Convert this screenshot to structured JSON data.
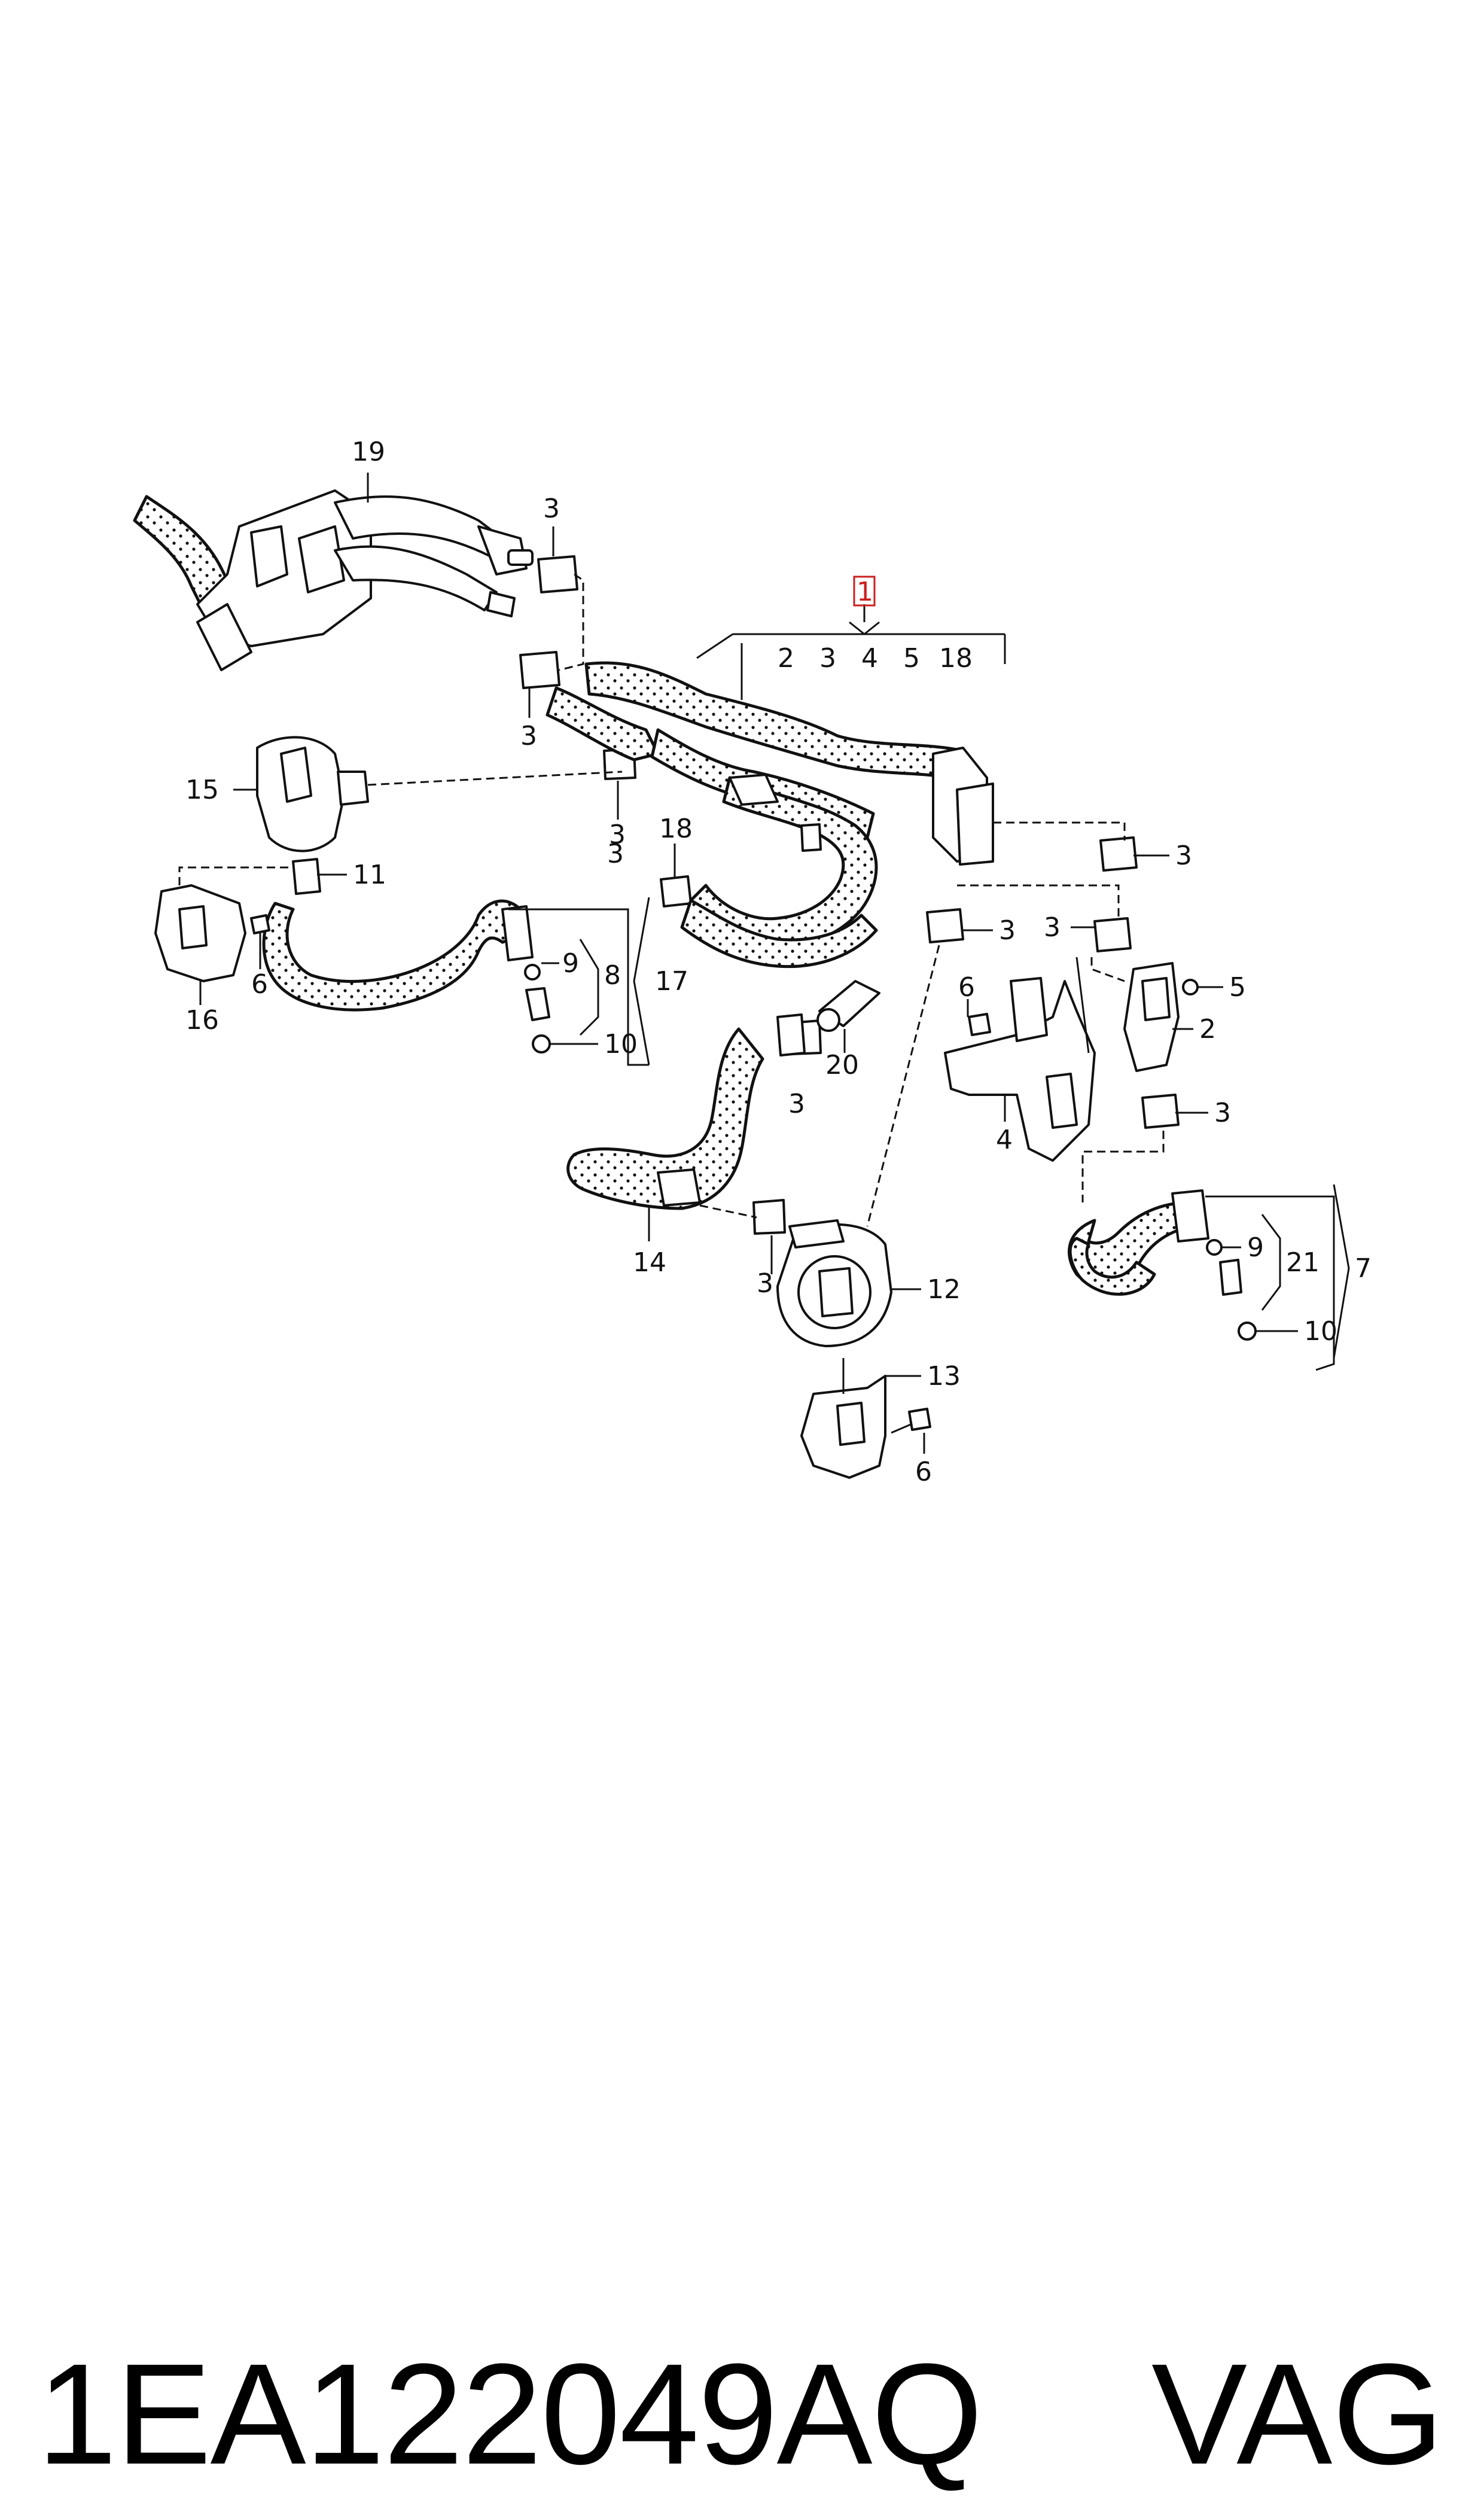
{
  "callouts": {
    "c1": "1",
    "group1": [
      "2",
      "3",
      "4",
      "5",
      "18"
    ],
    "c2": "2",
    "c3": "3",
    "c4": "4",
    "c5": "5",
    "c6": "6",
    "c7": "7",
    "c8": "8",
    "c9": "9",
    "c10": "10",
    "c11": "11",
    "c12": "12",
    "c13": "13",
    "c14": "14",
    "c15": "15",
    "c16": "16",
    "c17": "17",
    "c18": "18",
    "c19": "19",
    "c20": "20",
    "c21": "21"
  },
  "footer": {
    "part_number": "1EA122049AQ",
    "brand": "VAG"
  },
  "colors": {
    "line": "#111111",
    "highlight": "#cc1f1f",
    "background": "#ffffff"
  }
}
